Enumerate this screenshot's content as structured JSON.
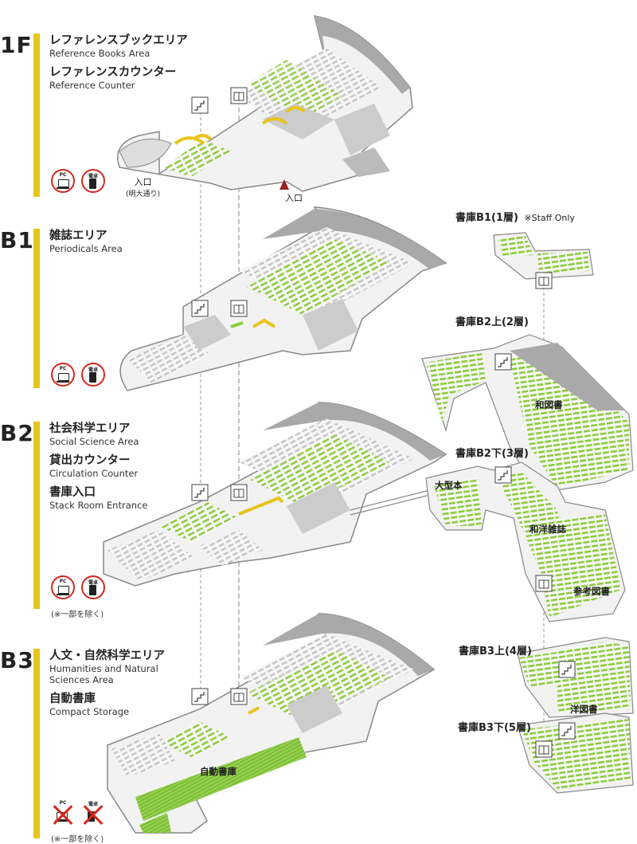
{
  "floors": {
    "f1": {
      "label": "1F",
      "areas": [
        {
          "jp": "レファレンスブックエリア",
          "en": "Reference Books Area"
        },
        {
          "jp": "レファレンスカウンター",
          "en": "Reference Counter"
        }
      ],
      "entrance_main": "入口",
      "entrance_main_sub": "(明大通り)",
      "entrance_side": "入口"
    },
    "b1": {
      "label": "B1",
      "areas": [
        {
          "jp": "雑誌エリア",
          "en": "Periodicals Area"
        }
      ]
    },
    "b2": {
      "label": "B2",
      "areas": [
        {
          "jp": "社会科学エリア",
          "en": "Social Science Area"
        },
        {
          "jp": "貸出カウンター",
          "en": "Circulation Counter"
        },
        {
          "jp": "書庫入口",
          "en": "Stack Room Entrance"
        }
      ],
      "note": "(※一部を除く)"
    },
    "b3": {
      "label": "B3",
      "areas": [
        {
          "jp": "人文・自然科学エリア",
          "en": "Humanities and Natural Sciences Area"
        },
        {
          "jp": "自動書庫",
          "en": "Compact Storage"
        }
      ],
      "map_label": "自動書庫",
      "note": "(※一部を除く)"
    }
  },
  "icons": {
    "pc": "PC",
    "calc": "電卓"
  },
  "stacks": {
    "b1": {
      "title": "書庫B1(1層)",
      "note": "※Staff Only"
    },
    "b2up": {
      "title": "書庫B2上(2層)",
      "label": "和図書"
    },
    "b2down": {
      "title": "書庫B2下(3層)",
      "labels": [
        "大型本",
        "和洋雑誌",
        "参考図書"
      ]
    },
    "b3up": {
      "title": "書庫B3上(4層)",
      "label": "洋図書"
    },
    "b3down": {
      "title": "書庫B3下(5層)"
    }
  },
  "colors": {
    "accent": "#e8c41c",
    "shelf": "#8ccc3c",
    "floor": "#f2f2f2",
    "wall": "#a9a9a9",
    "gray": "#c8c8c8",
    "no": "#d9261c"
  }
}
